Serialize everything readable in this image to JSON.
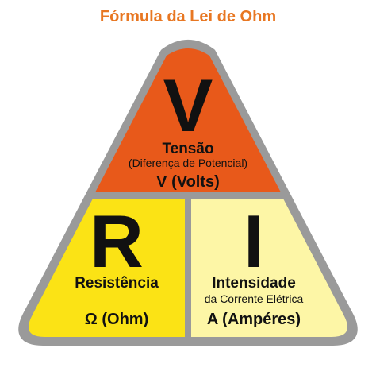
{
  "title": "Fórmula da Lei de Ohm",
  "colors": {
    "title": "#e87722",
    "voltage_fill": "#e8591a",
    "resistance_fill": "#fbe315",
    "current_fill": "#fdf6a6",
    "outline": "#9a9a9a",
    "text": "#111111"
  },
  "voltage": {
    "letter": "V",
    "name": "Tensão",
    "subtitle": "(Diferença de Potencial)",
    "unit": "V (Volts)"
  },
  "resistance": {
    "letter": "R",
    "name": "Resistência",
    "unit": "Ω (Ohm)"
  },
  "current": {
    "letter": "I",
    "name": "Intensidade",
    "subtitle": "da Corrente Elétrica",
    "unit": "A (Ampéres)"
  }
}
